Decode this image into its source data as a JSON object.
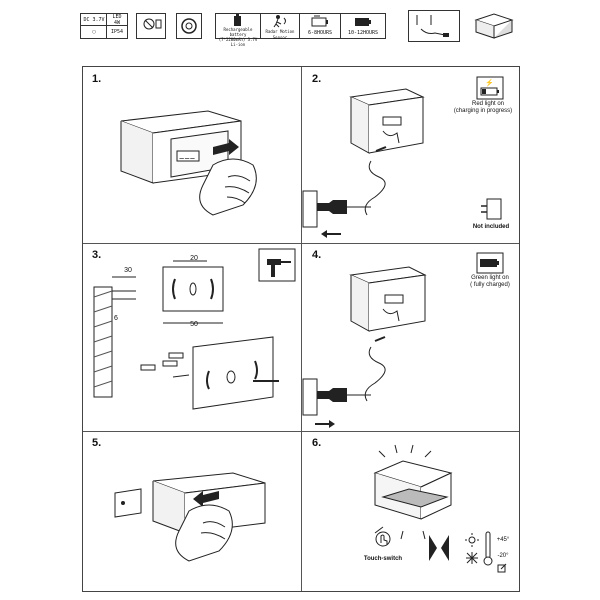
{
  "specs": {
    "voltage": "DC 3.7V",
    "led": "LED",
    "led_power": "4W",
    "ip": "IP54",
    "battery": "Rechargeable battery (7*2200mAh) 3.7V Li-ion",
    "sensor": "Radar Motion Sensor",
    "charge_time": "6-8HOURS",
    "run_time": "10-12HOURS"
  },
  "steps": {
    "s1": "1.",
    "s2": "2.",
    "s3": "3.",
    "s4": "4.",
    "s5": "5.",
    "s6": "6."
  },
  "step2": {
    "red_light": "Red light on",
    "charging": "(charging in progress)",
    "not_included": "Not included"
  },
  "step3": {
    "dim_30_top": "30",
    "dim_20": "20",
    "dim_50": "50",
    "dim_side": "6"
  },
  "step4": {
    "green_light": "Green light on",
    "fully_charged": "( fully charged)"
  },
  "step6": {
    "touch_switch": "Touch-switch",
    "temp_high": "+45°",
    "temp_low": "-20°"
  }
}
